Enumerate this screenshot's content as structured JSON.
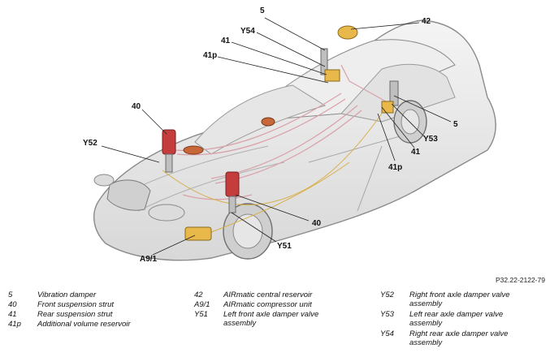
{
  "callouts": {
    "c5_top": "5",
    "c42": "42",
    "cY54": "Y54",
    "c41_top": "41",
    "c41p_top": "41p",
    "c40_left": "40",
    "cY52": "Y52",
    "c5_right": "5",
    "cY53": "Y53",
    "c41_right": "41",
    "c41p_right": "41p",
    "c40_bottom": "40",
    "cY51": "Y51",
    "cA91": "A9/1"
  },
  "figure_ref": "P32.22-2122-79",
  "legend": [
    {
      "code": "5",
      "desc": "Vibration damper"
    },
    {
      "code": "40",
      "desc": "Front suspension strut"
    },
    {
      "code": "41",
      "desc": "Rear suspension strut"
    },
    {
      "code": "41p",
      "desc": "Additional volume reservoir"
    },
    {
      "code": "42",
      "desc": "AIRmatic central reservoir"
    },
    {
      "code": "A9/1",
      "desc": "AIRmatic compressor unit"
    },
    {
      "code": "Y51",
      "desc": "Left front axle damper valve assembly"
    },
    {
      "code": "Y52",
      "desc": "Right front axle damper valve assembly"
    },
    {
      "code": "Y53",
      "desc": "Left rear axle damper valve assembly"
    },
    {
      "code": "Y54",
      "desc": "Right rear axle damper valve assembly"
    }
  ],
  "colors": {
    "body_line": "#9a9a9a",
    "air_line": "#d9a0a8",
    "component": "#e8b84a",
    "strut": "#c43c3c"
  }
}
